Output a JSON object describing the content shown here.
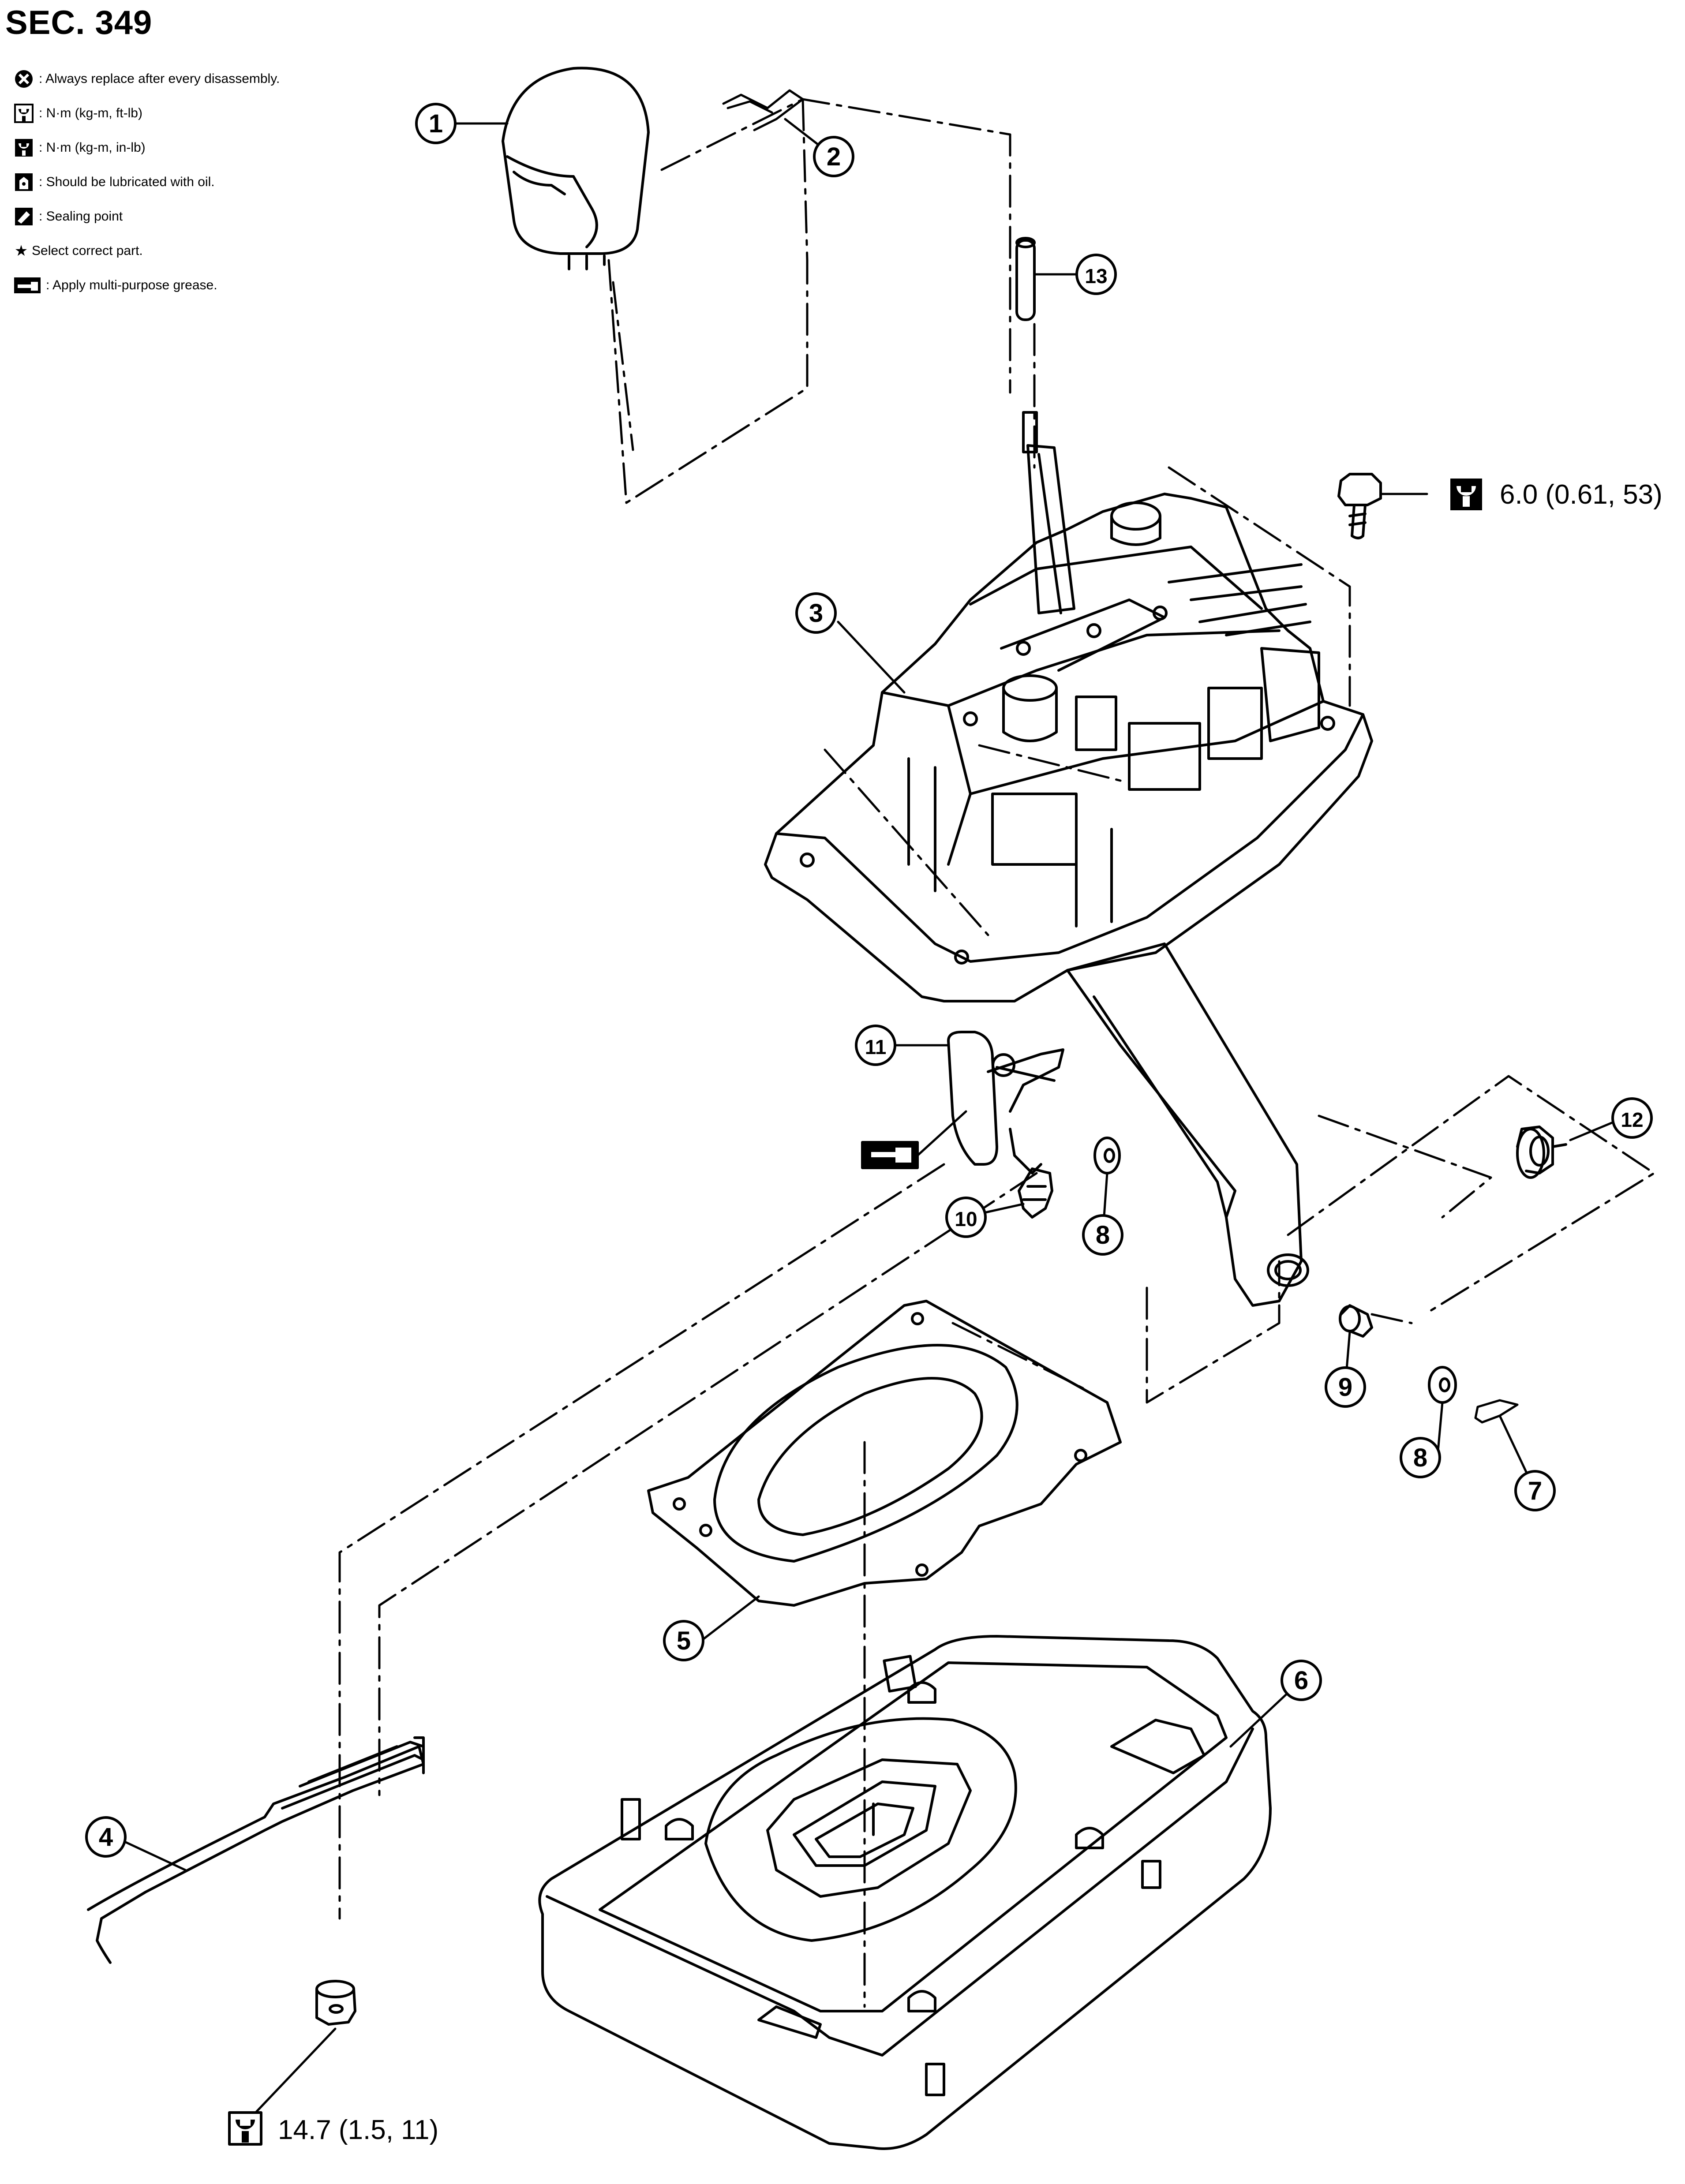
{
  "section_title": "SEC. 349",
  "legend": [
    {
      "icon": "always-replace-icon",
      "text": ": Always replace after every disassembly."
    },
    {
      "icon": "torque-wrench-icon",
      "text": ": N·m (kg-m, ft-lb)"
    },
    {
      "icon": "torque-wrench-filled-icon",
      "text": ": N·m (kg-m, in-lb)"
    },
    {
      "icon": "oil-can-icon",
      "text": ": Should be lubricated with oil."
    },
    {
      "icon": "sealing-point-icon",
      "text": ": Sealing point"
    },
    {
      "icon": "star-icon",
      "text": "Select correct part."
    },
    {
      "icon": "grease-icon",
      "text": ": Apply multi-purpose grease."
    }
  ],
  "legend_star_glyph": "★",
  "callouts": [
    "1",
    "2",
    "3",
    "4",
    "5",
    "6",
    "7",
    "8",
    "9",
    "10",
    "11",
    "12",
    "13"
  ],
  "torque_top": "6.0 (0.61, 53)",
  "torque_bottom": "14.7 (1.5, 11)",
  "colors": {
    "line": "#000000",
    "background": "#ffffff"
  }
}
